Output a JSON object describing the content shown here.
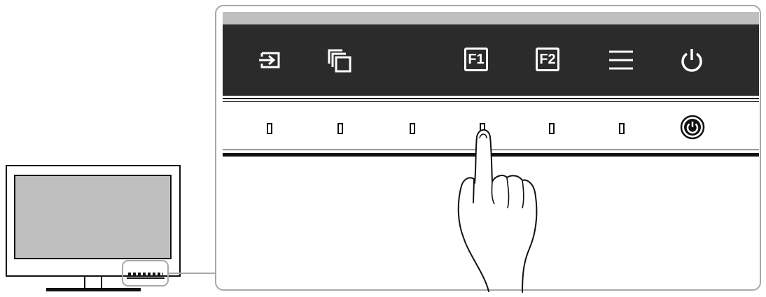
{
  "buttons": {
    "input_icon": "input-switch-icon",
    "mode_icon": "color-mode-icon",
    "f1_label": "F1",
    "f2_label": "F2",
    "menu_icon": "menu-icon",
    "power_icon": "power-icon"
  },
  "indicators": {
    "count": 7,
    "colors": {
      "bar": "#2b2b2b",
      "bezel": "#bfbfbf",
      "highlight": "#a8a8a8",
      "screen": "#bfbfbf"
    }
  }
}
